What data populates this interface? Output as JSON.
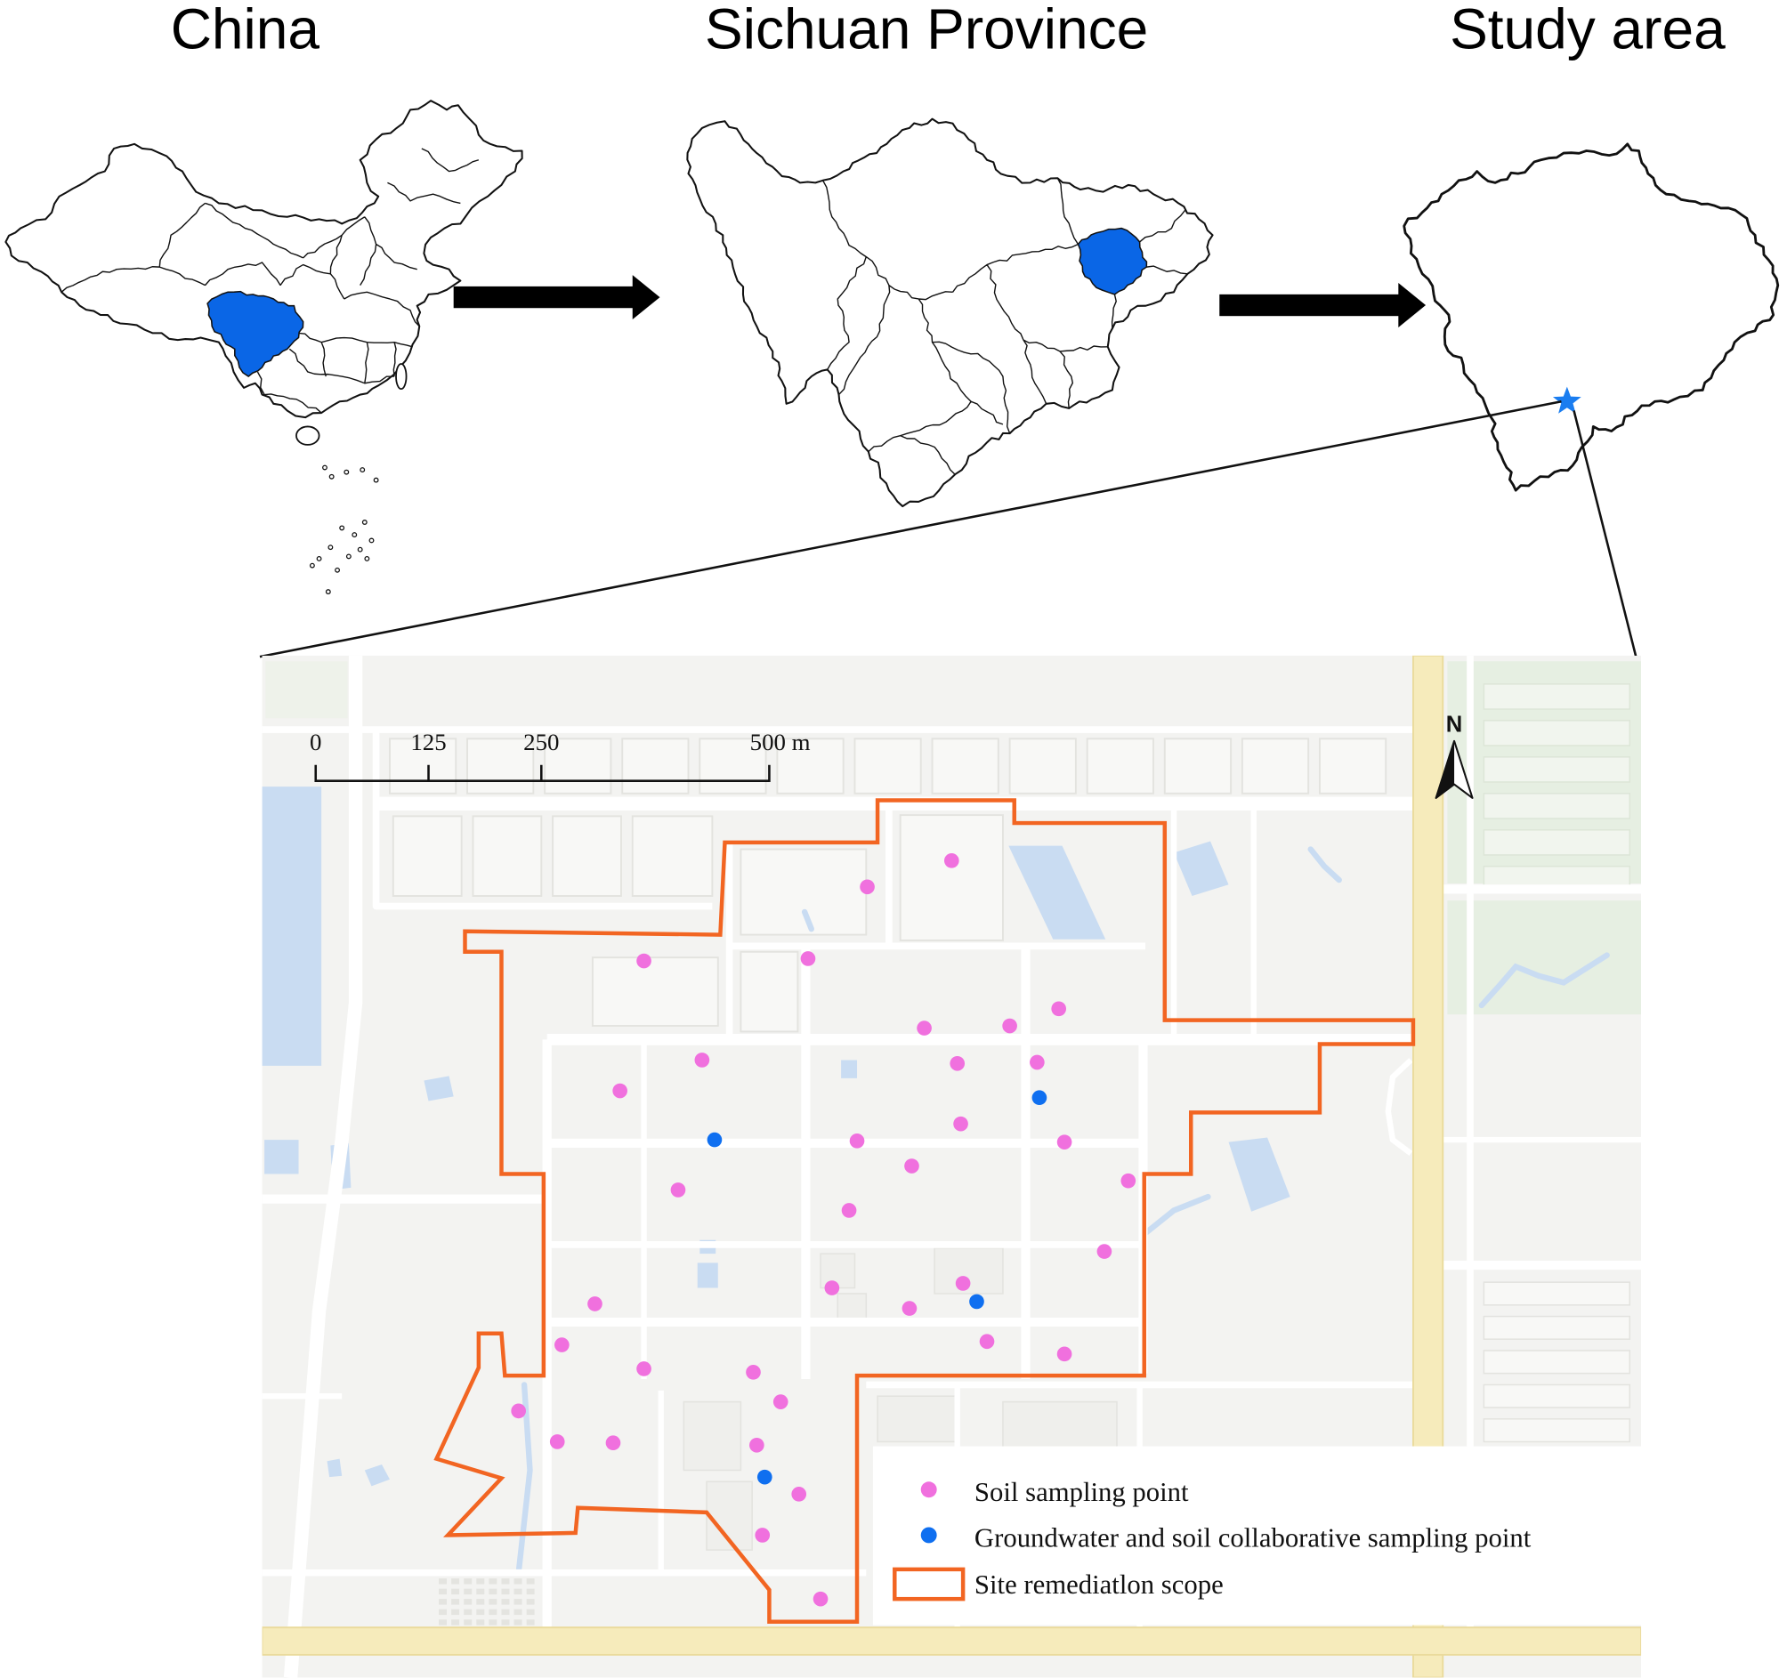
{
  "panels": {
    "china_title": "China",
    "sichuan_title": "Sichuan Province",
    "study_area_title": "Study area"
  },
  "scale_bar": {
    "labels": [
      "0",
      "125",
      "250",
      "500 m"
    ]
  },
  "north_arrow": {
    "label": "N",
    "icon": "north-arrow-icon"
  },
  "study_site_marker": {
    "icon": "star-icon"
  },
  "legend": {
    "soil_point": "Soil sampling point",
    "groundwater_point": "Groundwater and soil collaborative sampling point",
    "remediation_scope": "Site remediatlon scope"
  },
  "colors": {
    "soil_point": "#f070de",
    "groundwater_point": "#0f6ff0",
    "remediation_scope": "#f26522",
    "highlight_region": "#0a66e6",
    "study_site_star": "#1a7df0"
  }
}
